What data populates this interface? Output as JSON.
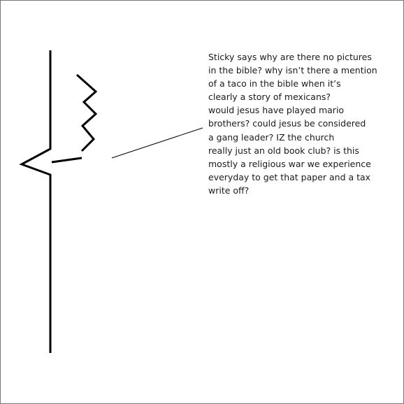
{
  "caption": {
    "lines": [
      "Sticky says why are there no pictures",
      "in the bible? why isn’t there a mention",
      "of a taco in the bible when it’s",
      "clearly a story of mexicans?",
      "would jesus have played mario",
      "brothers? could jesus be considered",
      "a gang leader? IZ the church",
      "really just an old book club? is this",
      "mostly a religious war we experience",
      "everyday to get that paper and a tax",
      "write off?"
    ]
  },
  "colors": {
    "stroke": "#000000",
    "border": "#777777",
    "background": "#ffffff"
  }
}
